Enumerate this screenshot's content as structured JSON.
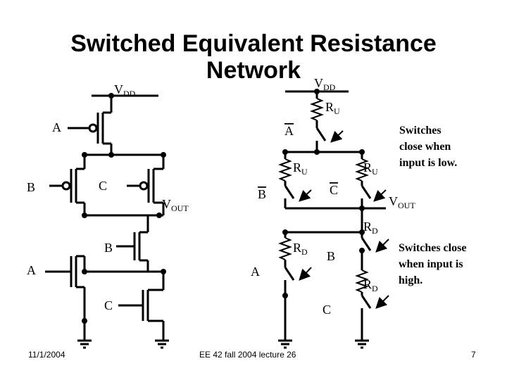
{
  "slide": {
    "title_line1": "Switched Equivalent Resistance",
    "title_line2": "Network",
    "date": "11/1/2004",
    "course": "EE 42 fall 2004 lecture 26",
    "page_number": "7"
  },
  "left_circuit": {
    "vdd": "V",
    "vdd_sub": "DD",
    "vout": "V",
    "vout_sub": "OUT",
    "input_a_top": "A",
    "input_b_top": "B",
    "input_c_top": "C",
    "input_b_bottom": "B",
    "input_a_bottom": "A",
    "input_c_bottom": "C"
  },
  "right_circuit": {
    "vdd": "V",
    "vdd_sub": "DD",
    "vout": "V",
    "vout_sub": "OUT",
    "r_u": "R",
    "r_u_sub": "U",
    "r_d": "R",
    "r_d_sub": "D",
    "switch_a_top": "A",
    "switch_b_top": "B",
    "switch_c_top": "C",
    "switch_b_bottom": "B",
    "switch_a_bottom": "A",
    "switch_c_bottom": "C"
  },
  "notes": {
    "low_line1": "Switches",
    "low_line2": "close when",
    "low_line3": "input is low.",
    "high_line1": "Switches close",
    "high_line2": "when input is",
    "high_line3": "high."
  }
}
